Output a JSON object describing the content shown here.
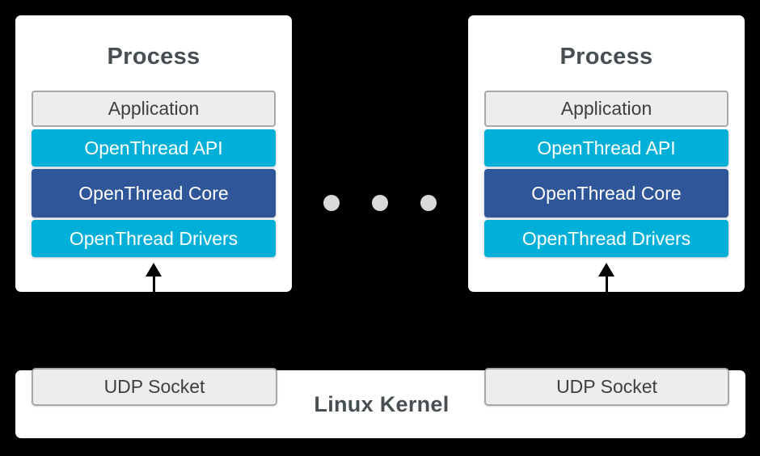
{
  "diagram": {
    "background": "#000000",
    "colors": {
      "bg": "#000000",
      "accent_cyan": "#00b0d8",
      "accent_navy": "#2f5699",
      "panel_white": "#ffffff",
      "gray_fill": "#ededed",
      "gray_border": "#a8a8a8",
      "heading_text": "#474f52",
      "dark_text": "#3c4043",
      "light_text": "#ffffff",
      "dot_gray": "#d9d9d9",
      "arrow_black": "#000000"
    },
    "processes": [
      {
        "title": "Process",
        "layers": [
          {
            "label": "Application",
            "variant": "gray"
          },
          {
            "label": "OpenThread API",
            "variant": "cyan"
          },
          {
            "label": "OpenThread Core",
            "variant": "navy"
          },
          {
            "label": "OpenThread Drivers",
            "variant": "cyan"
          }
        ]
      },
      {
        "title": "Process",
        "layers": [
          {
            "label": "Application",
            "variant": "gray"
          },
          {
            "label": "OpenThread API",
            "variant": "cyan"
          },
          {
            "label": "OpenThread Core",
            "variant": "navy"
          },
          {
            "label": "OpenThread Drivers",
            "variant": "cyan"
          }
        ]
      }
    ],
    "separator": {
      "style": "ellipsis-dots",
      "count": 3
    },
    "kernel": {
      "label": "Linux Kernel",
      "sockets": [
        {
          "label": "UDP Socket"
        },
        {
          "label": "UDP Socket"
        }
      ]
    }
  }
}
